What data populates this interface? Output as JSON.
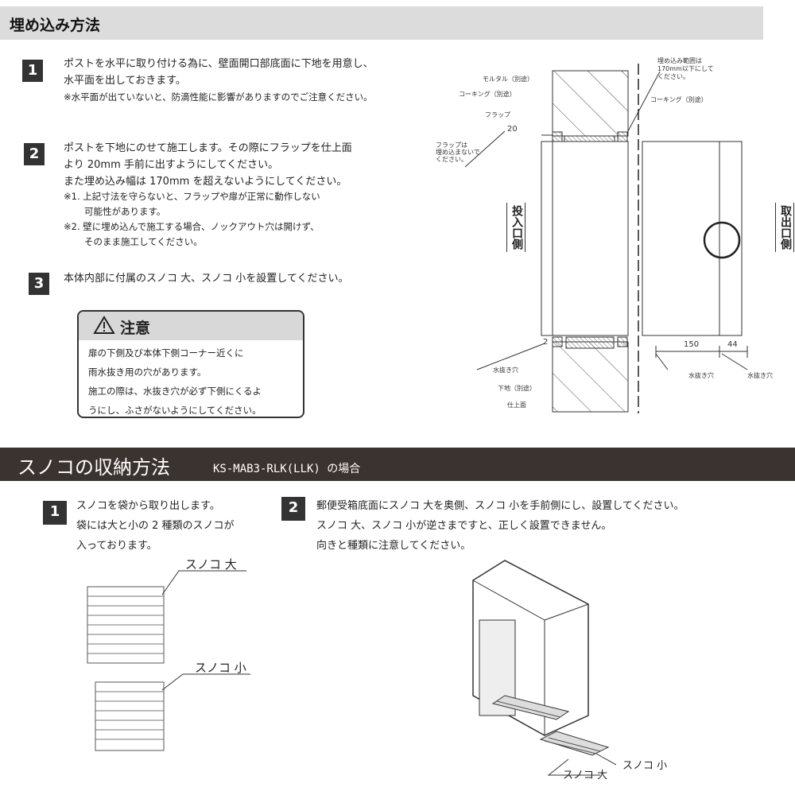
{
  "section1": {
    "title": "埋め込み方法",
    "steps": [
      {
        "num": "1",
        "lines": [
          "ポストを水平に取り付ける為に、壁面開口部底面に下地を用意し、",
          "水平面を出しておきます。"
        ],
        "note": "※水平面が出ていないと、防滴性能に影響がありますのでご注意ください。"
      },
      {
        "num": "2",
        "lines": [
          "ポストを下地にのせて施工します。その際にフラップを仕上面",
          "より 20mm 手前に出すようにしてください。",
          "また埋め込み幅は 170mm を超えないようにしてください。"
        ],
        "notes": [
          "※1. 上記寸法を守らないと、フラップや扉が正常に動作しない",
          "可能性があります。",
          "※2. 壁に埋め込んで施工する場合、ノックアウト穴は開けず、",
          "そのまま施工してください。"
        ]
      },
      {
        "num": "3",
        "lines": [
          "本体内部に付属のスノコ 大、スノコ 小を設置してください。"
        ]
      }
    ],
    "caution": {
      "title": "注意",
      "lines": [
        "扉の下側及び本体下側コーナー近くに",
        "雨水抜き用の穴があります。",
        "施工の際は、水抜き穴が必ず下側にくるよ",
        "うにし、ふさがないようにしてください。"
      ]
    },
    "diagram": {
      "mortar": "モルタル（別途）",
      "caulk_left": "コーキング（別途）",
      "flap": "フラップ",
      "dim_20": "20",
      "flap_note": [
        "フラップは",
        "埋め込まないで",
        "ください。"
      ],
      "range_note": [
        "埋め込み範囲は",
        "170mm以下にして",
        "ください。"
      ],
      "caulk_right": "コーキング（別途）",
      "insert_side": "投入口側",
      "take_side": "取出口側",
      "dim_2": "2",
      "dim_150": "150",
      "dim_44": "44",
      "drain1": "水抜き穴",
      "base": "下地（別途）",
      "finish": "仕上面",
      "drain2": "水抜き穴",
      "drain3": "水抜き穴"
    }
  },
  "section2": {
    "title": "スノコの収納方法",
    "subtitle": "KS-MAB3-RLK(LLK) の場合",
    "steps": [
      {
        "num": "1",
        "lines": [
          "スノコを袋から取り出します。",
          "袋には大と小の 2 種類のスノコが",
          "入っております。"
        ]
      },
      {
        "num": "2",
        "lines": [
          "郵便受箱底面にスノコ 大を奥側、スノコ 小を手前側にし、設置してください。",
          "スノコ 大、スノコ 小が逆さまですと、正しく設置できません。",
          "向きと種類に注意してください。"
        ]
      }
    ],
    "large": "スノコ 大",
    "small": "スノコ 小",
    "large2": "スノコ 大",
    "small2": "スノコ 小"
  }
}
